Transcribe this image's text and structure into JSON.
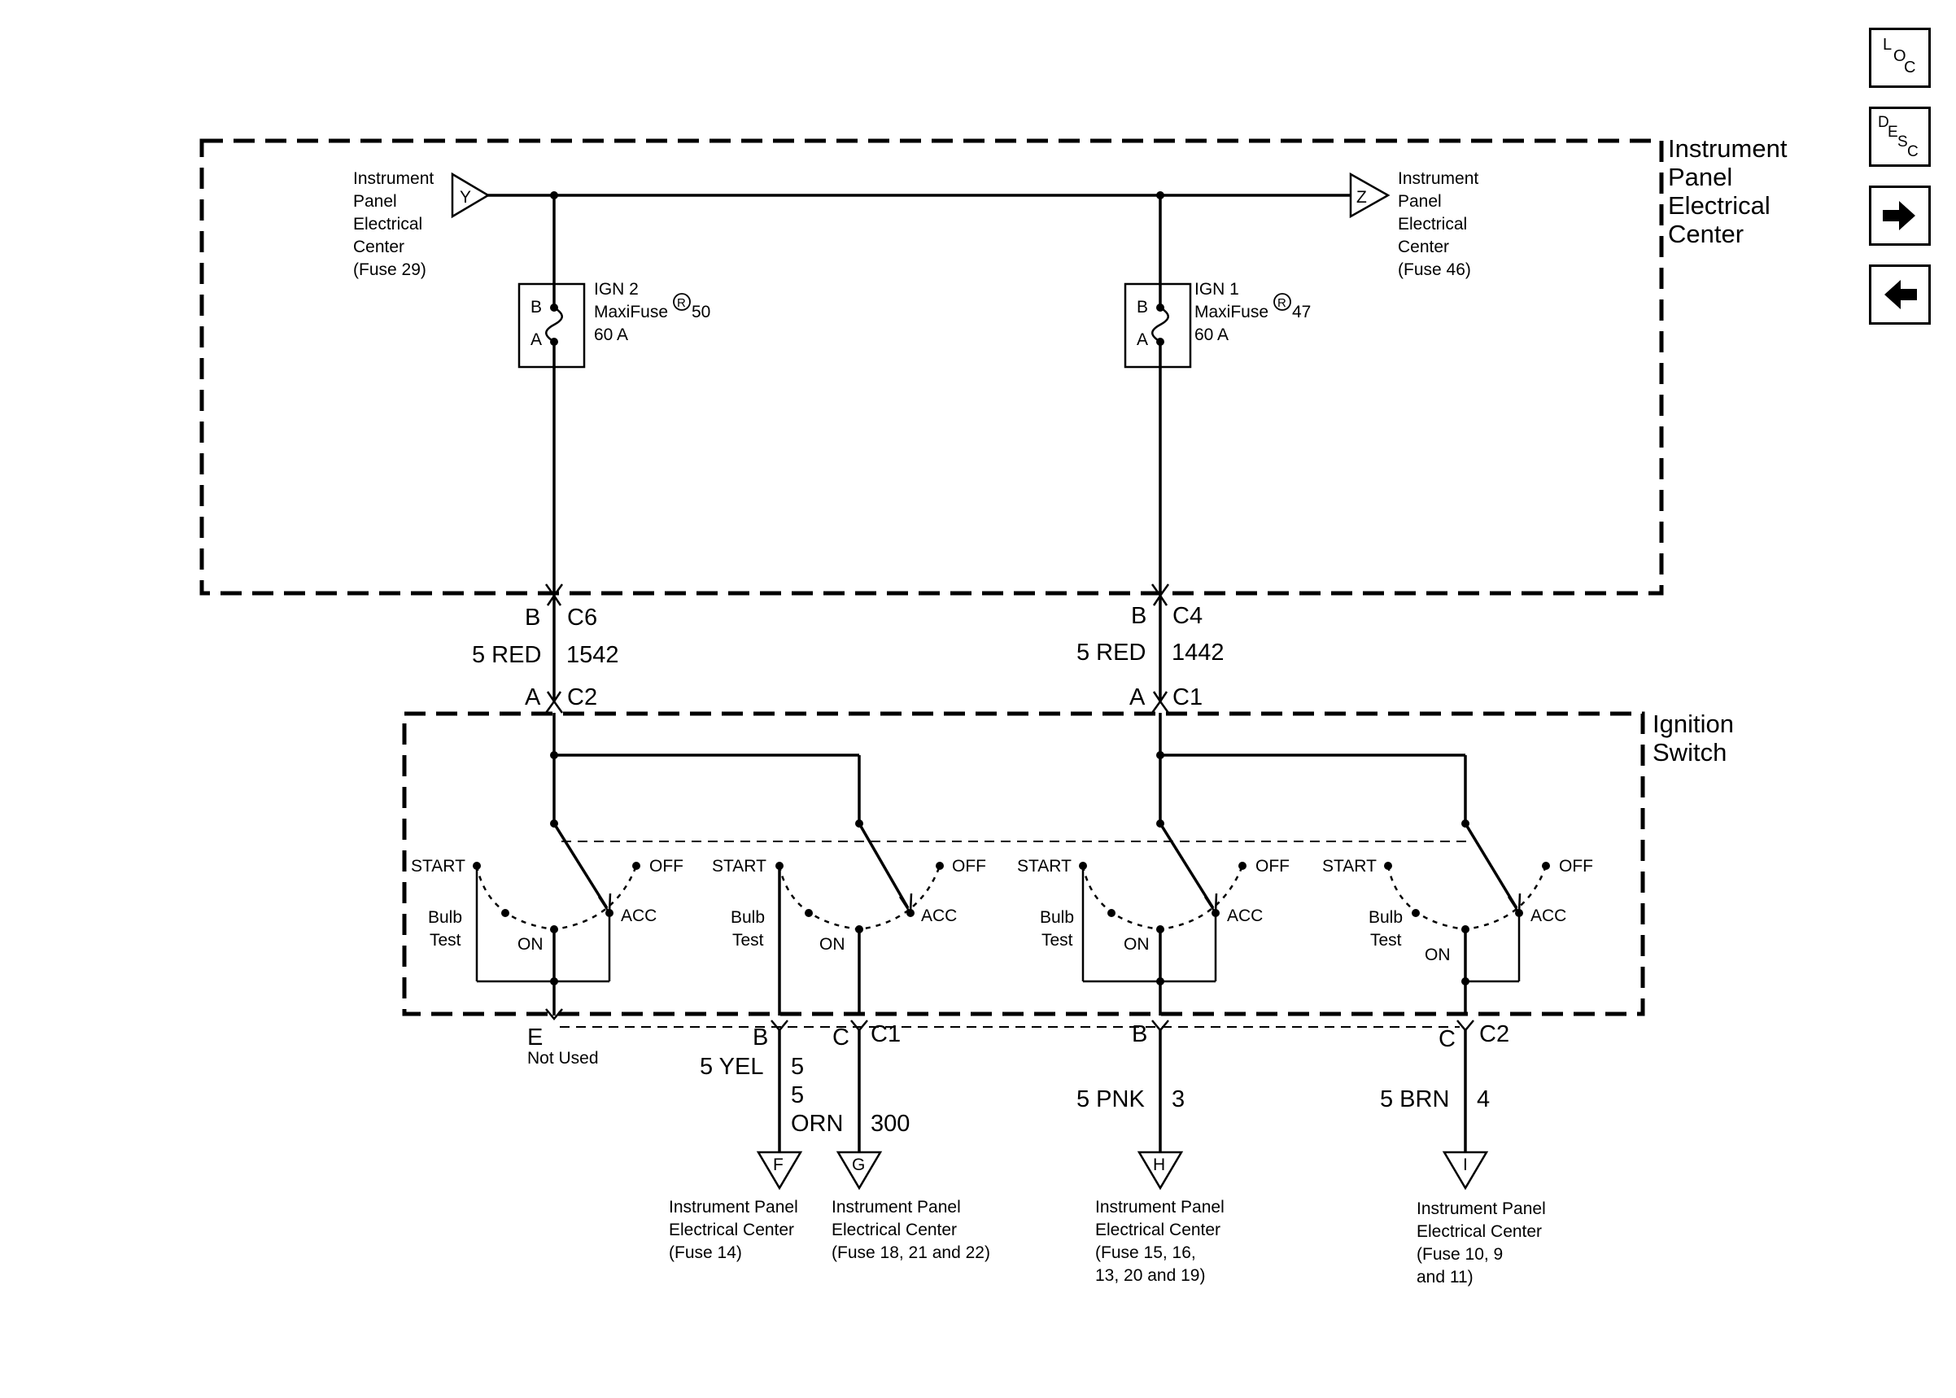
{
  "nav": {
    "loc": {
      "l1": "L",
      "l2": "O",
      "l3": "C"
    },
    "desc": {
      "l1": "D",
      "l2": "E",
      "l3": "S",
      "l4": "C"
    },
    "next_icon": "right-arrow-icon",
    "prev_icon": "left-arrow-icon"
  },
  "ipec": {
    "title": [
      "Instrument",
      "Panel",
      "Electrical",
      "Center"
    ],
    "source_y": {
      "letter": "Y",
      "label": [
        "Instrument",
        "Panel",
        "Electrical",
        "Center",
        "(Fuse 29)"
      ]
    },
    "source_z": {
      "letter": "Z",
      "label": [
        "Instrument",
        "Panel",
        "Electrical",
        "Center",
        "(Fuse 46)"
      ]
    },
    "fuse_left": {
      "pin_b": "B",
      "pin_a": "A",
      "name": "IGN 2",
      "type": "MaxiFuse",
      "reg": "R",
      "number": "50",
      "rating": "60 A"
    },
    "fuse_right": {
      "pin_b": "B",
      "pin_a": "A",
      "name": "IGN 1",
      "type": "MaxiFuse",
      "reg": "R",
      "number": "47",
      "rating": "60 A"
    }
  },
  "harness": {
    "left": {
      "top_pin": "B",
      "top_conn": "C6",
      "gauge_color": "5 RED",
      "circuit": "1542",
      "bot_pin": "A",
      "bot_conn": "C2"
    },
    "right": {
      "top_pin": "B",
      "top_conn": "C4",
      "gauge_color": "5 RED",
      "circuit": "1442",
      "bot_pin": "A",
      "bot_conn": "C1"
    }
  },
  "ignition_switch": {
    "title": [
      "Ignition",
      "Switch"
    ],
    "positions": {
      "start": "START",
      "off": "OFF",
      "acc": "ACC",
      "on": "ON",
      "bulb": "Bulb",
      "test": "Test"
    }
  },
  "outputs": {
    "e": {
      "pin": "E",
      "note": "Not Used"
    },
    "b1": {
      "pin": "B",
      "gauge_color": "5 YEL",
      "circuit": "5"
    },
    "c1": {
      "pin": "C",
      "conn": "C1",
      "gauge": "5",
      "color": "ORN",
      "circuit": "300"
    },
    "b2": {
      "pin": "B",
      "gauge_color": "5 PNK",
      "circuit": "3"
    },
    "c2": {
      "pin": "C",
      "conn": "C2",
      "gauge_color": "5 BRN",
      "circuit": "4"
    }
  },
  "destinations": {
    "f": {
      "letter": "F",
      "label": [
        "Instrument Panel",
        "Electrical Center",
        "(Fuse 14)"
      ]
    },
    "g": {
      "letter": "G",
      "label": [
        "Instrument Panel",
        "Electrical Center",
        "(Fuse 18, 21 and 22)"
      ]
    },
    "h": {
      "letter": "H",
      "label": [
        "Instrument Panel",
        "Electrical Center",
        "(Fuse 15, 16,",
        "13, 20 and 19)"
      ]
    },
    "i": {
      "letter": "I",
      "label": [
        "Instrument Panel",
        "Electrical Center",
        "(Fuse 10, 9",
        "and 11)"
      ]
    }
  }
}
